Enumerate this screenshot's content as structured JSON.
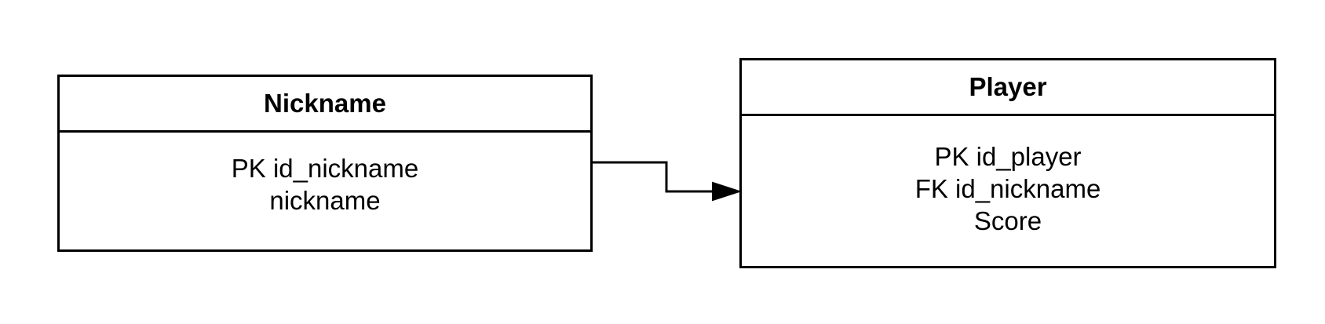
{
  "entities": {
    "nickname": {
      "title": "Nickname",
      "fields": [
        "PK id_nickname",
        "nickname"
      ]
    },
    "player": {
      "title": "Player",
      "fields": [
        "PK id_player",
        "FK id_nickname",
        "Score"
      ]
    }
  },
  "relationship": {
    "from": "Nickname",
    "to": "Player",
    "arrow": "filled-triangle"
  },
  "colors": {
    "stroke": "#000000",
    "background": "#ffffff"
  }
}
